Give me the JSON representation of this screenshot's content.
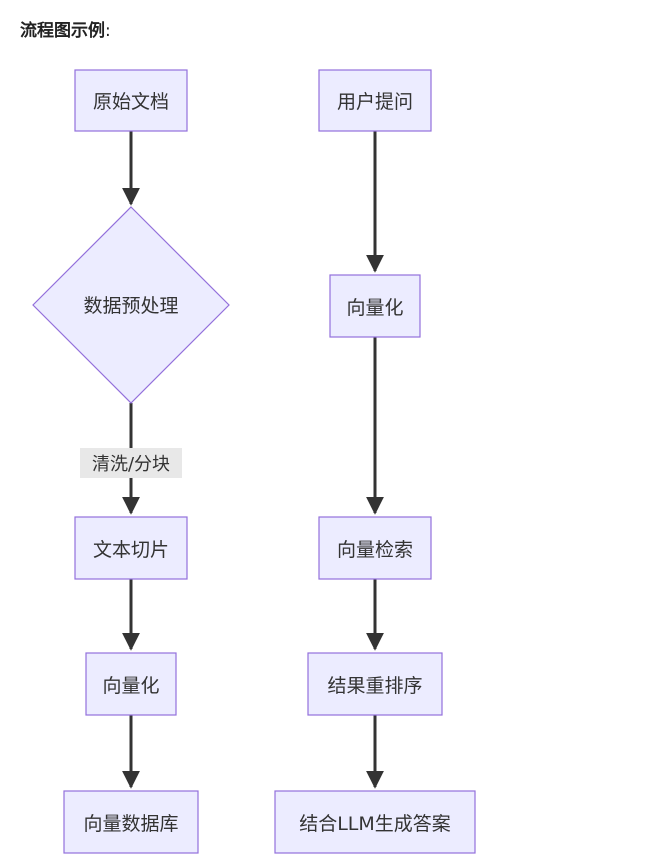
{
  "heading": {
    "title": "流程图示例",
    "colon": ":"
  },
  "flowchart": {
    "left_column": {
      "raw_docs": "原始文档",
      "preprocess": "数据预处理",
      "edge_clean": "清洗/分块",
      "text_chunks": "文本切片",
      "vectorize": "向量化",
      "vector_db": "向量数据库"
    },
    "right_column": {
      "user_question": "用户提问",
      "vectorize": "向量化",
      "vector_search": "向量检索",
      "rerank": "结果重排序",
      "llm_answer": "结合LLM生成答案"
    }
  },
  "colors": {
    "node_fill": "#ECECFF",
    "node_stroke": "#9370DB",
    "edge": "#333333",
    "edge_label_bg": "#e8e8e8"
  }
}
